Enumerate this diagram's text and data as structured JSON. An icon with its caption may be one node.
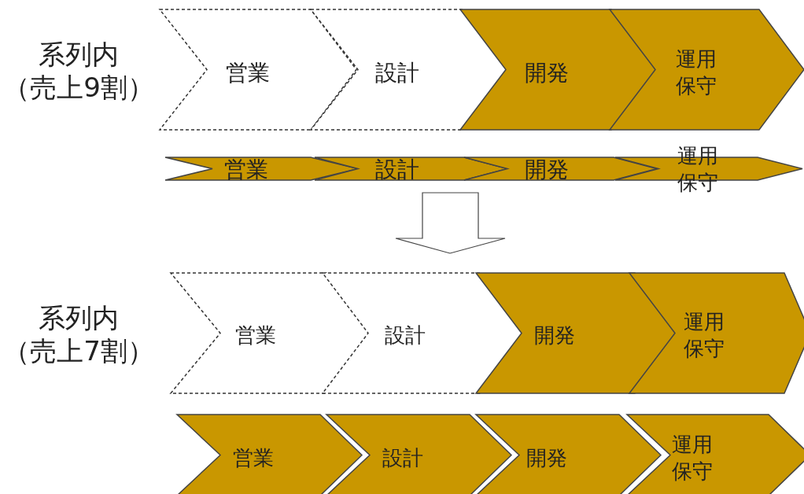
{
  "diagram": {
    "nodes": [
      {
        "text": [
          "営業"
        ]
      },
      {
        "text": [
          "設計"
        ]
      },
      {
        "text": [
          "開発"
        ]
      },
      {
        "text": [
          "運用保守"
        ]
      },
      {
        "text": [
          "営業"
        ]
      },
      {
        "text": [
          "設計"
        ]
      },
      {
        "text": [
          "開発"
        ]
      },
      {
        "text": [
          "運用保守"
        ]
      },
      {
        "text": [
          "営業"
        ]
      },
      {
        "text": [
          "設計"
        ]
      },
      {
        "text": [
          "開発"
        ]
      },
      {
        "text": [
          "運用保守"
        ]
      },
      {
        "text": [
          "営業"
        ]
      },
      {
        "text": [
          "設計"
        ]
      },
      {
        "text": [
          "開発"
        ]
      },
      {
        "text": [
          "運用保守"
        ]
      }
    ],
    "edges": [
      {
        "from": 5,
        "to": 9,
        "arrow": "to"
      }
    ],
    "labels": [
      "系列内（売上9割）",
      "系列内（売上7割）"
    ]
  }
}
